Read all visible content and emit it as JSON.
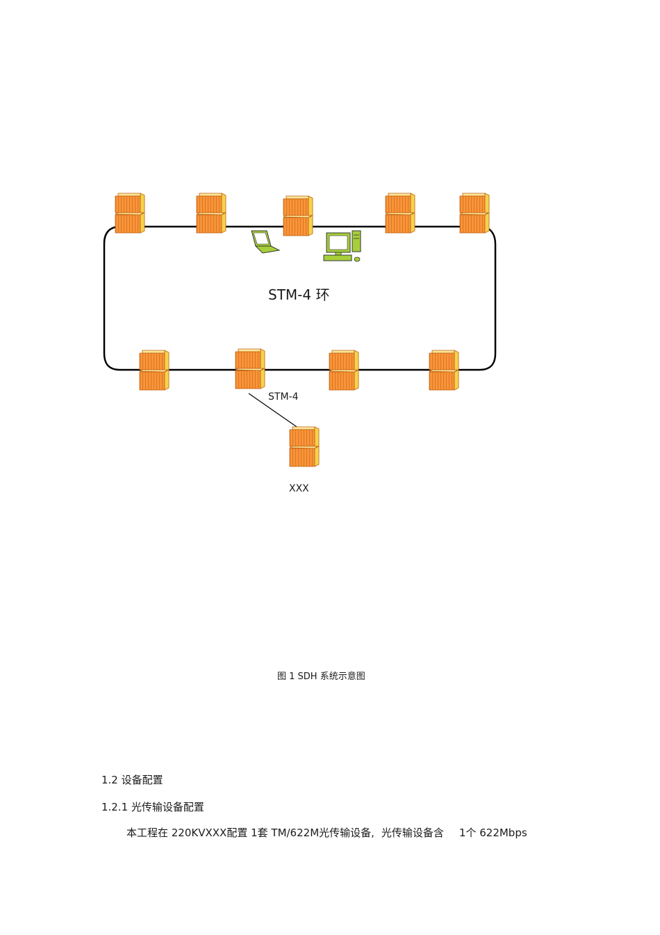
{
  "diagram": {
    "ring_label": "STM-4  环",
    "link_label": "STM-4",
    "site_label": "XXX",
    "icons": {
      "node": "sdh-node-icon",
      "laptop": "laptop-icon",
      "desktop": "desktop-computer-icon"
    },
    "colors": {
      "node_front": "#f7953a",
      "node_side": "#f5d34c",
      "node_top": "#fbe79a",
      "node_stripe": "#e07420",
      "terminal": "#a7cf3a",
      "line": "#000000"
    }
  },
  "caption": "图 1 SDH  系统示意图",
  "section": {
    "heading": "1.2  设备配置",
    "subheading": "1.2.1   光传输设备配置",
    "paragraph": {
      "part1": "本工程在  220KVXXX配置 1套 TM/622M光传输设备,",
      "part2": "光传输设备含",
      "part3": "1个 622Mbps"
    }
  }
}
